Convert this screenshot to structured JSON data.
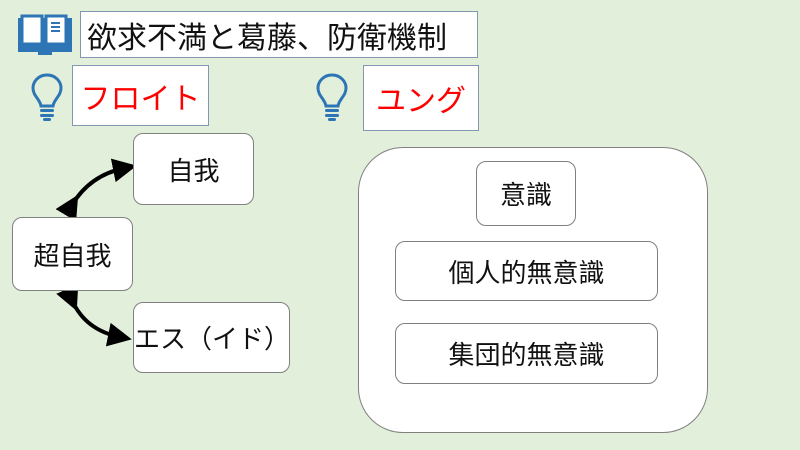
{
  "title": "欲求不満と葛藤、防衛機制",
  "freud": {
    "label": "フロイト",
    "nodes": {
      "ego": "自我",
      "superego": "超自我",
      "id": "エス（イド）"
    }
  },
  "jung": {
    "label": "ユング",
    "layers": [
      "意識",
      "個人的無意識",
      "集団的無意識"
    ]
  },
  "colors": {
    "accent": "#ff0000",
    "icon": "#2e75b6",
    "background": "#e2efda"
  }
}
